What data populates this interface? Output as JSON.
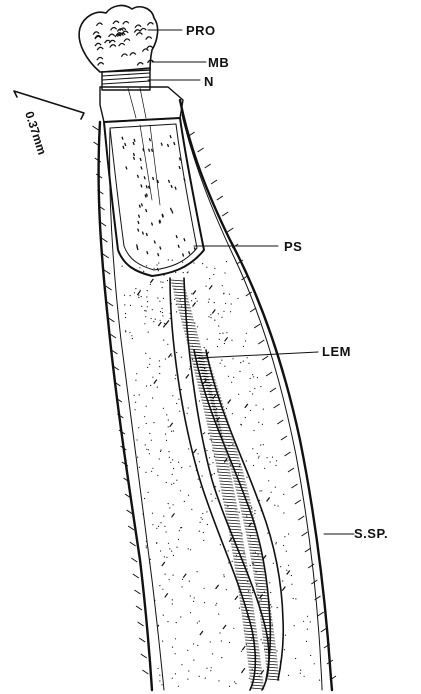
{
  "figure": {
    "scale_bar": {
      "label": "0.37mm"
    },
    "labels": {
      "proboscis": "PRO",
      "muscle_band": "MB",
      "neck": "N",
      "proboscis_sheath": "PS",
      "lemnisci": "LEM",
      "somatic_spines": "S.SP."
    },
    "colors": {
      "ink": "#111111",
      "paper": "#ffffff"
    }
  }
}
